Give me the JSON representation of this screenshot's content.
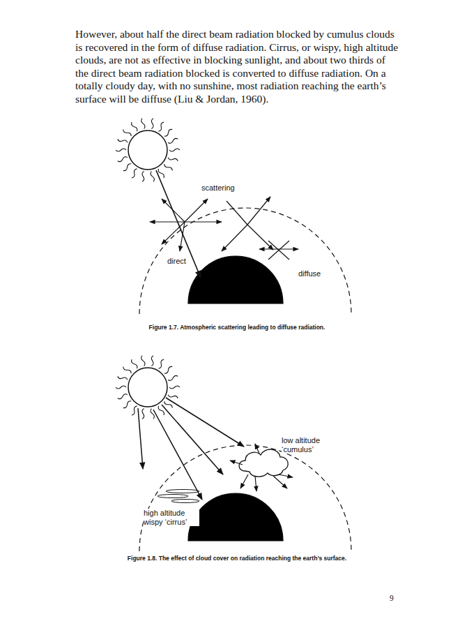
{
  "diagram": {
    "labels": [
      "However, about half the direct beam radiation blocked by cumulus clouds is recovered in the form of diffuse radiation. Cirrus, or wispy, high altitude clouds, are not as effective in blocking sunlight, and about two thirds of the direct beam radiation blocked is converted to diffuse radiation. On a totally cloudy day, with no sunshine, most radiation reaching the earth’s surface will be diffuse (Liu & Jordan, 1960).",
      "scattering",
      "direct",
      "diffuse",
      "Figure 1.7. Atmospheric scattering leading to diffuse radiation.",
      "low altitude ‘cumulus’",
      "high altitude wispy ‘cirrus’",
      "Figure 1.8. The effect of cloud cover on radiation reaching the earth’s surface.",
      "9"
    ]
  }
}
